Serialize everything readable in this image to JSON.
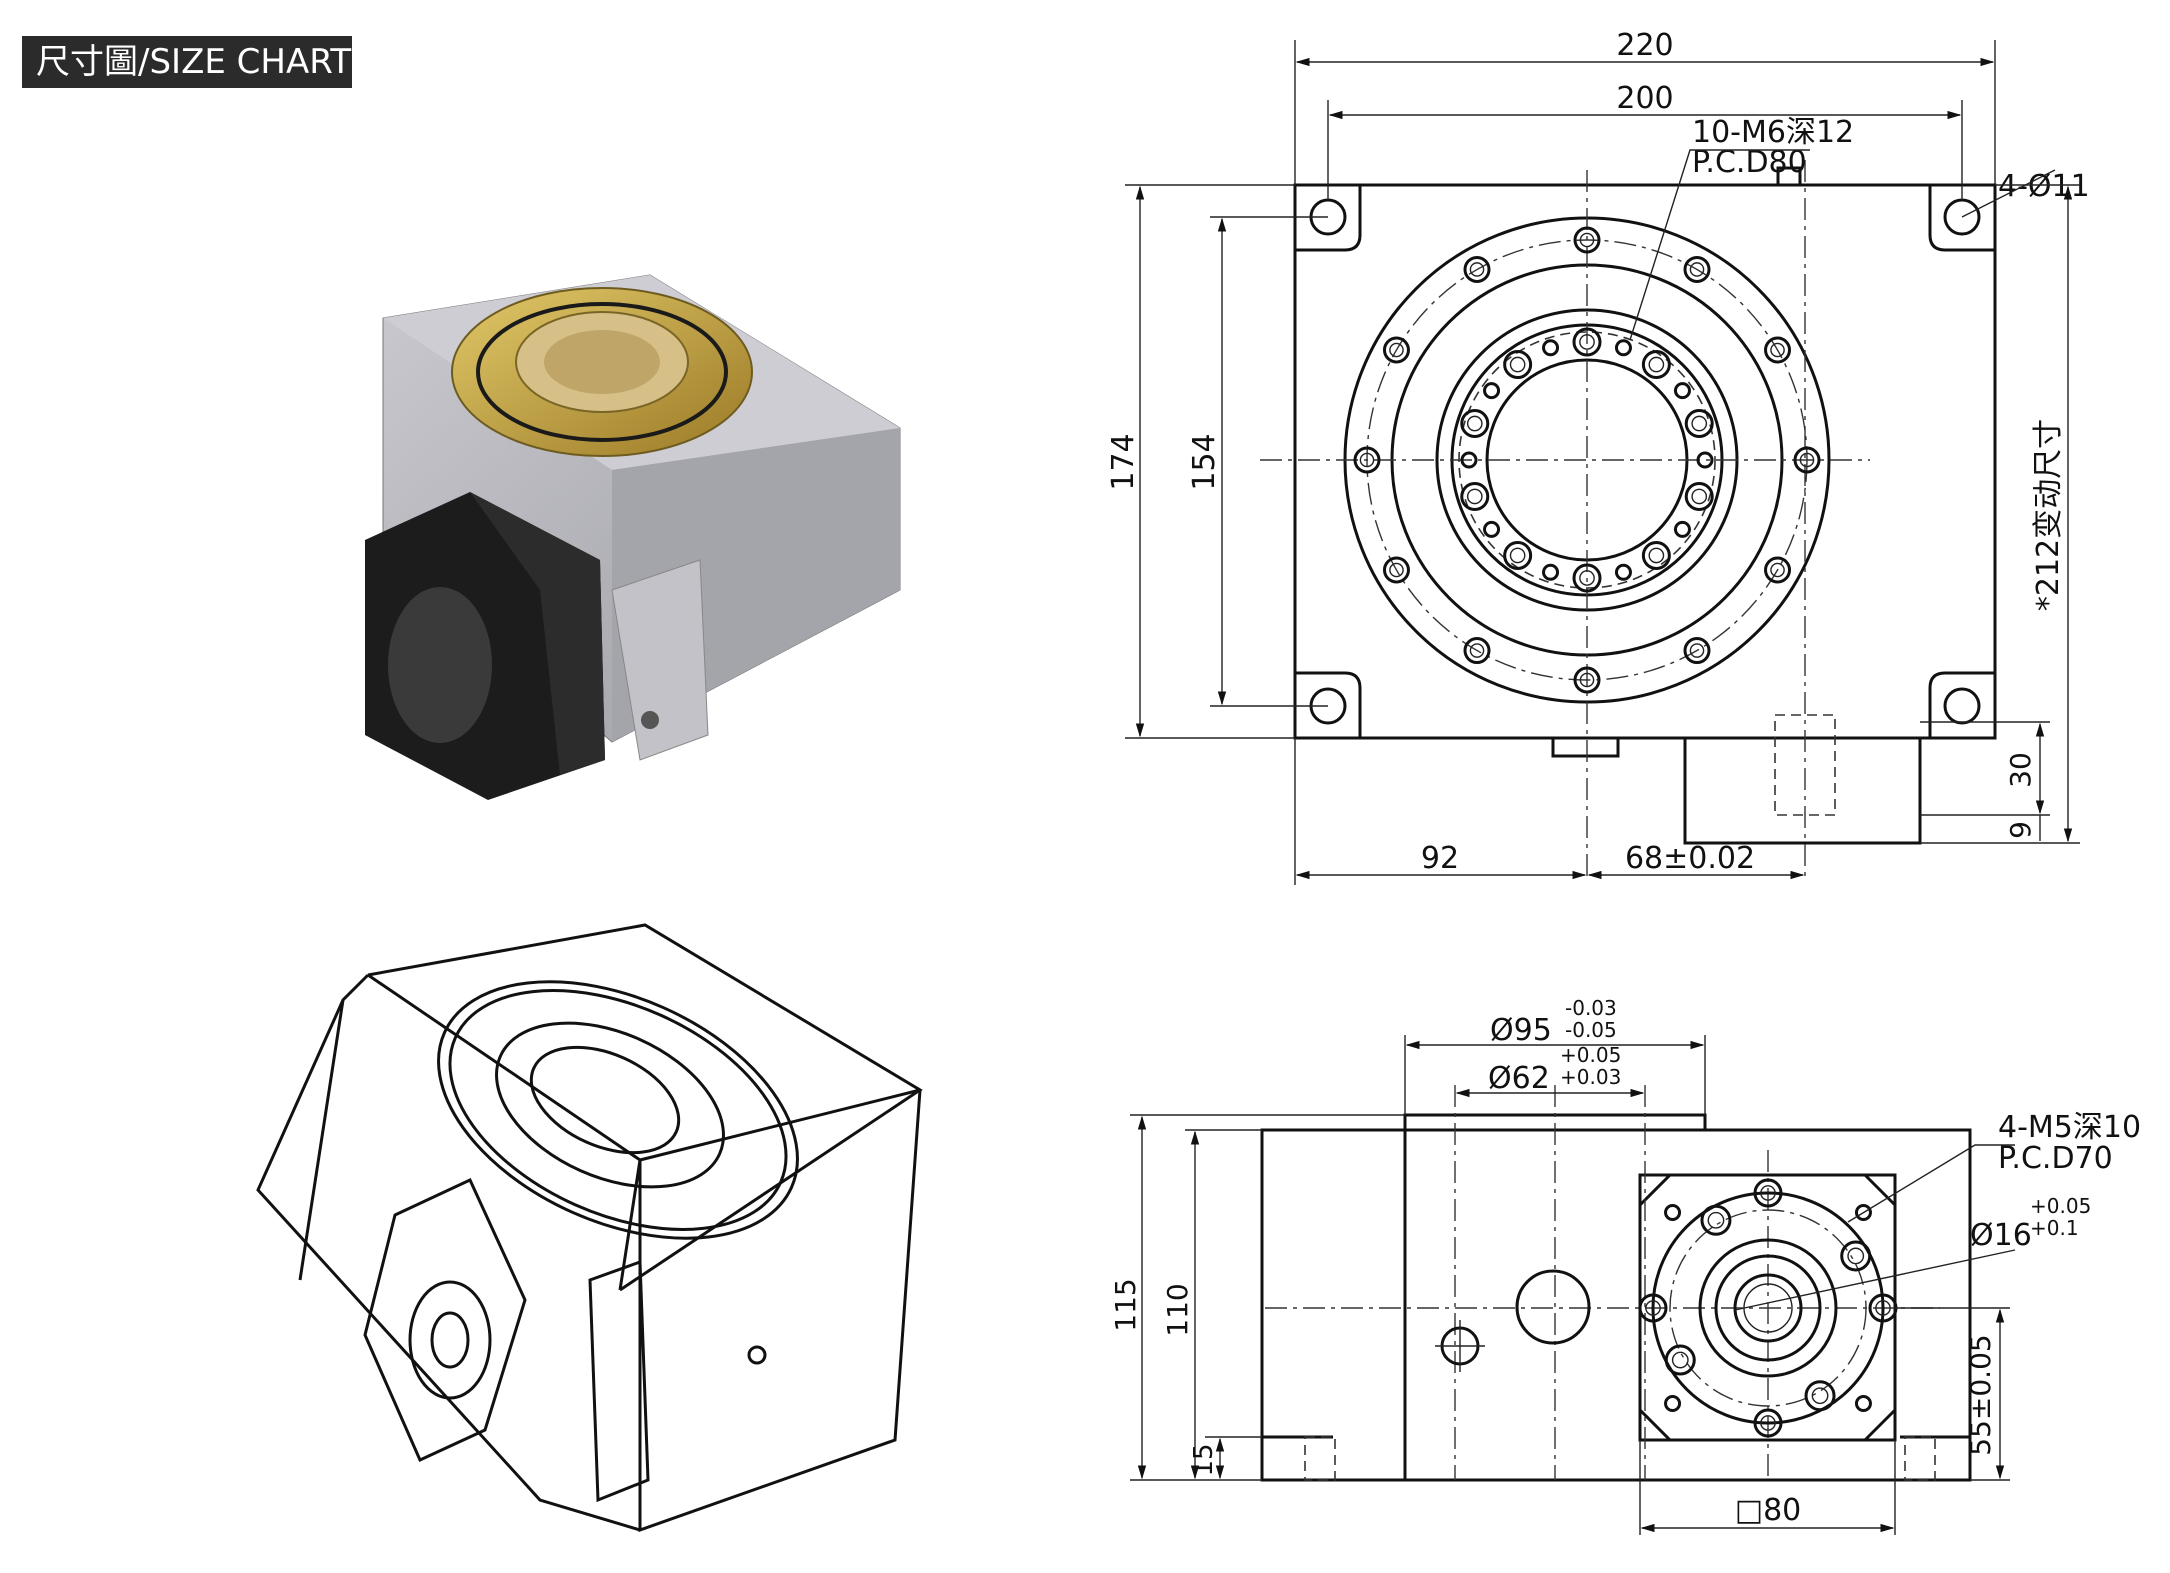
{
  "header": {
    "tag": "尺寸圖/SIZE CHART"
  },
  "top_view": {
    "dim_220": "220",
    "dim_200": "200",
    "holes_note_1": "10-M6深12",
    "holes_note_2": "P.C.D80",
    "corner_holes": "4-Ø11",
    "dim_174": "174",
    "dim_154": "154",
    "dim_212": "*212变动尺寸",
    "dim_30": "30",
    "dim_9": "9",
    "dim_92": "92",
    "dim_68": "68±0.02"
  },
  "side_view": {
    "dia95": "Ø95",
    "dia95_up": "-0.03",
    "dia95_lo": "-0.05",
    "dia62": "Ø62",
    "dia62_up": "+0.05",
    "dia62_lo": "+0.03",
    "m5_note_1": "4-M5深10",
    "m5_note_2": "P.C.D70",
    "dia16": "Ø16",
    "dia16_up": "+0.05",
    "dia16_lo": "+0.1",
    "dim_115": "115",
    "dim_110": "110",
    "dim_15": "15",
    "dim_55": "55±0.05",
    "dim_80": "□80"
  },
  "colors": {
    "tag_bg": "#2b2b2b",
    "line": "#111111",
    "brass": "#b8983a",
    "housing": "#b4b4ba",
    "motor": "#1c1c1c"
  }
}
